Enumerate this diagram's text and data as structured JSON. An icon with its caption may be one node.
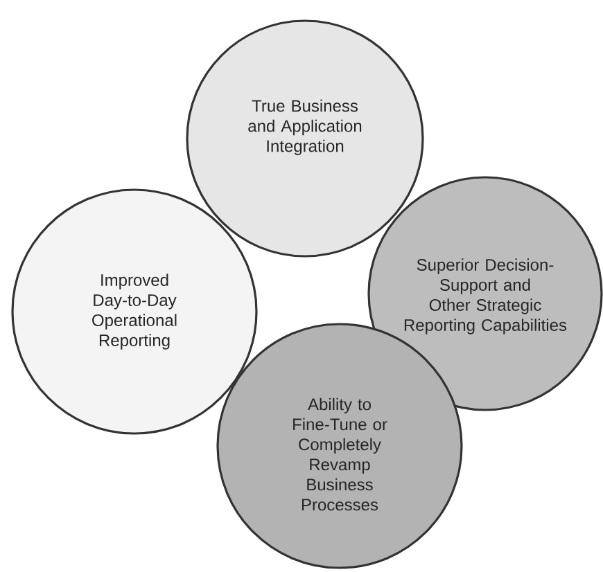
{
  "diagram": {
    "nodes": [
      {
        "text": [
          "True Business and Application Integration"
        ]
      },
      {
        "text": [
          "Improved Day-to-Day Operational Reporting"
        ]
      },
      {
        "text": [
          "Superior Decision-Support and Other Strategic Reporting Capabilities"
        ]
      },
      {
        "text": [
          "Ability to Fine-Tune or Completely Revamp Business Processes"
        ]
      }
    ]
  }
}
